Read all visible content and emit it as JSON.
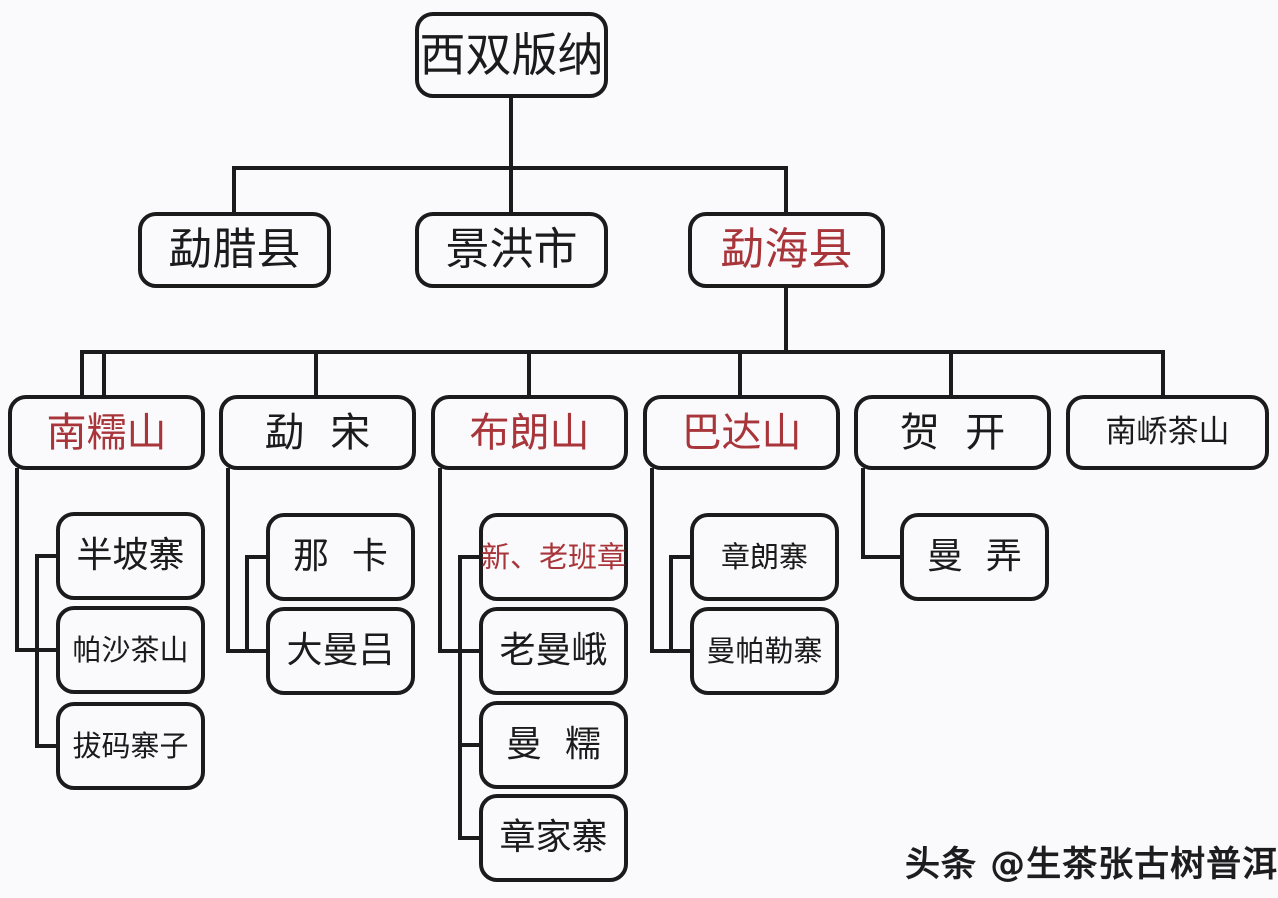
{
  "diagram": {
    "title_root": "西双版纳",
    "background_color": "#faf9fb",
    "line_color": "#1b1b1b",
    "text_color": "#1b1b1b",
    "highlight_color": "#a8353a"
  },
  "nodes": {
    "root": {
      "label": "西双版纳",
      "color": "black"
    },
    "level2": [
      {
        "label": "勐腊县",
        "color": "black"
      },
      {
        "label": "景洪市",
        "color": "black"
      },
      {
        "label": "勐海县",
        "color": "red"
      }
    ],
    "level3": [
      {
        "label": "南糯山",
        "color": "red"
      },
      {
        "label": "勐  宋",
        "color": "black"
      },
      {
        "label": "布朗山",
        "color": "red"
      },
      {
        "label": "巴达山",
        "color": "red"
      },
      {
        "label": "贺  开",
        "color": "black"
      },
      {
        "label": "南峤茶山",
        "color": "black"
      }
    ],
    "leaves_nannuoshan": [
      {
        "label": "半坡寨",
        "color": "black"
      },
      {
        "label": "帕沙茶山",
        "color": "black"
      },
      {
        "label": "拔码寨子",
        "color": "black"
      }
    ],
    "leaves_mengsong": [
      {
        "label": "那  卡",
        "color": "black"
      },
      {
        "label": "大曼吕",
        "color": "black"
      }
    ],
    "leaves_bulangshan": [
      {
        "label": "新、老班章",
        "color": "red"
      },
      {
        "label": "老曼峨",
        "color": "black"
      },
      {
        "label": "曼  糯",
        "color": "black"
      },
      {
        "label": "章家寨",
        "color": "black"
      }
    ],
    "leaves_badashan": [
      {
        "label": "章朗寨",
        "color": "black"
      },
      {
        "label": "曼帕勒寨",
        "color": "black"
      }
    ],
    "leaves_hekai": [
      {
        "label": "曼  弄",
        "color": "black"
      }
    ]
  },
  "watermark": {
    "text": "头条 @生茶张古树普洱"
  }
}
